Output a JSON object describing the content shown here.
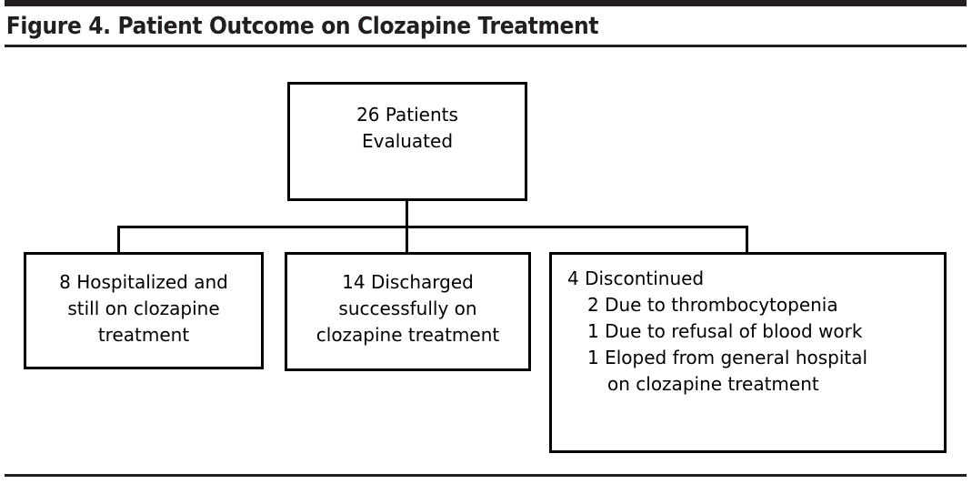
{
  "figure": {
    "title": "Figure 4. Patient Outcome on Clozapine Treatment"
  },
  "chart_data": {
    "type": "diagram",
    "diagram_kind": "flowchart-tree",
    "title": "Figure 4. Patient Outcome on Clozapine Treatment",
    "root": {
      "id": "root",
      "count": 26,
      "line1": "26 Patients",
      "line2": "Evaluated",
      "text": "26 Patients Evaluated"
    },
    "branches": [
      {
        "id": "hospitalized",
        "count": 8,
        "line1": "8 Hospitalized and",
        "line2": "still on clozapine",
        "line3": "treatment",
        "text": "8 Hospitalized and still on clozapine treatment"
      },
      {
        "id": "discharged",
        "count": 14,
        "line1": "14 Discharged",
        "line2": "successfully on",
        "line3": "clozapine treatment",
        "text": "14 Discharged successfully on clozapine treatment"
      },
      {
        "id": "discontinued",
        "count": 4,
        "heading": "4 Discontinued",
        "sub_items": [
          {
            "count": 2,
            "text": "2 Due to thrombocytopenia",
            "continuation": ""
          },
          {
            "count": 1,
            "text": "1 Due to refusal of blood work",
            "continuation": ""
          },
          {
            "count": 1,
            "text": "1 Eloped from general hospital",
            "continuation": "on clozapine treatment"
          }
        ]
      }
    ],
    "colors": {
      "line": "#000000",
      "rule": "#231f20",
      "background": "#ffffff",
      "text": "#000000"
    }
  }
}
